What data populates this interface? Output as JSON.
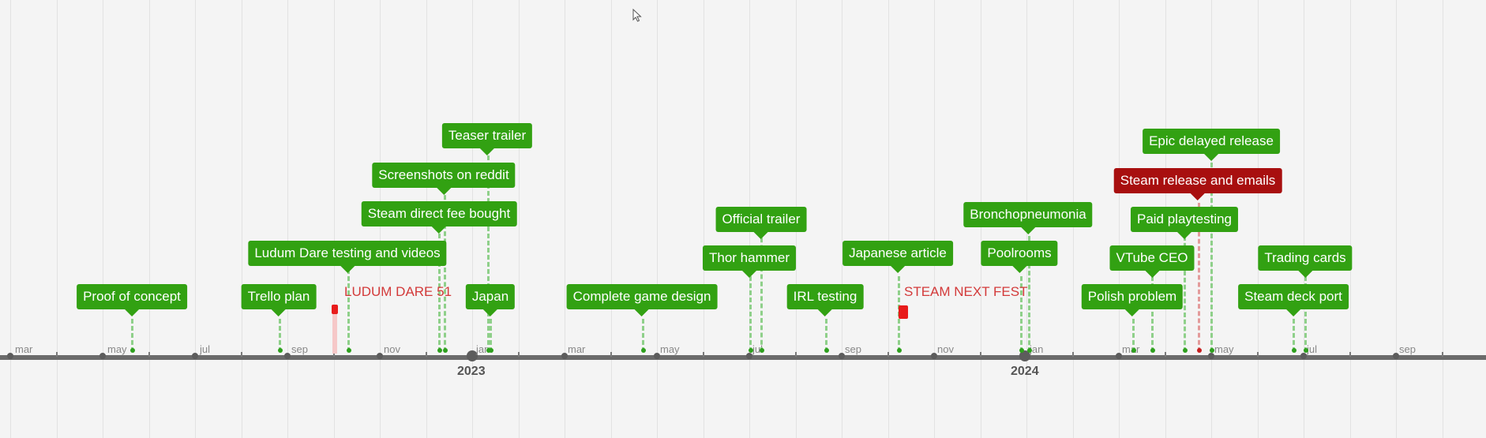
{
  "colors": {
    "event_green": "#32a112",
    "event_red": "#a80f0f",
    "range_text": "#d33a3a",
    "axis": "#6b6b6b"
  },
  "axis": {
    "months": [
      "mar",
      "may",
      "jul",
      "sep",
      "nov",
      "jan",
      "mar",
      "may",
      "jul",
      "sep",
      "nov",
      "jan",
      "mar",
      "may",
      "jul",
      "sep"
    ],
    "years": [
      "2023",
      "2024"
    ]
  },
  "events": [
    {
      "label": "Proof of concept",
      "color": "green"
    },
    {
      "label": "Trello plan",
      "color": "green"
    },
    {
      "label": "Ludum Dare testing and videos",
      "color": "green"
    },
    {
      "label": "Steam direct fee bought",
      "color": "green"
    },
    {
      "label": "Screenshots on reddit",
      "color": "green"
    },
    {
      "label": "Teaser trailer",
      "color": "green"
    },
    {
      "label": "Japan",
      "color": "green"
    },
    {
      "label": "Complete game design",
      "color": "green"
    },
    {
      "label": "Thor hammer",
      "color": "green"
    },
    {
      "label": "Official trailer",
      "color": "green"
    },
    {
      "label": "IRL testing",
      "color": "green"
    },
    {
      "label": "Japanese article",
      "color": "green"
    },
    {
      "label": "Poolrooms",
      "color": "green"
    },
    {
      "label": "Bronchopneumonia",
      "color": "green"
    },
    {
      "label": "Polish problem",
      "color": "green"
    },
    {
      "label": "VTube CEO",
      "color": "green"
    },
    {
      "label": "Paid playtesting",
      "color": "green"
    },
    {
      "label": "Steam release and emails",
      "color": "red"
    },
    {
      "label": "Epic delayed release",
      "color": "green"
    },
    {
      "label": "Steam deck port",
      "color": "green"
    },
    {
      "label": "Trading cards",
      "color": "green"
    }
  ],
  "ranges": [
    {
      "label": "LUDUM DARE 51"
    },
    {
      "label": "STEAM NEXT FEST"
    }
  ]
}
